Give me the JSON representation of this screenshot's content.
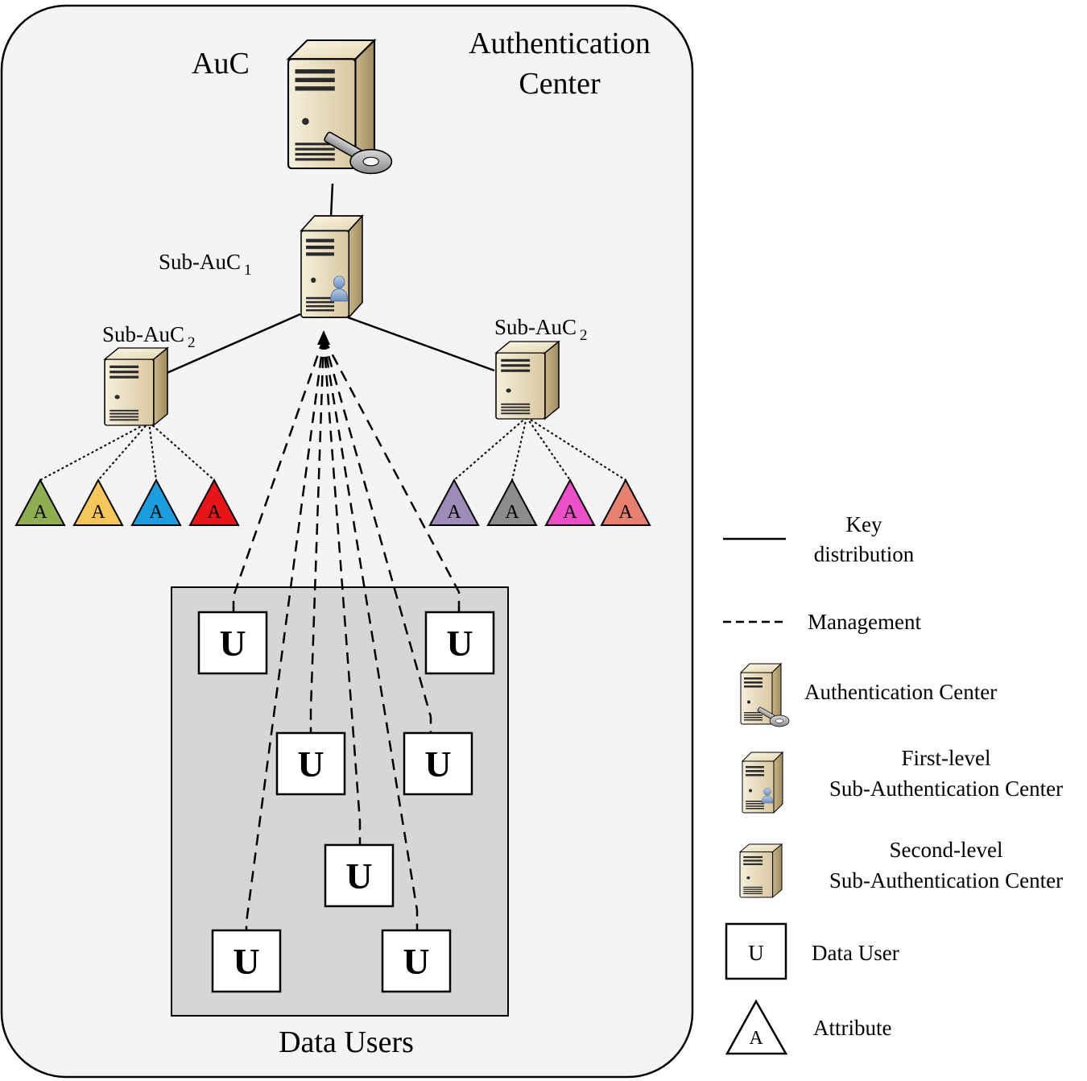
{
  "diagram": {
    "title": "Authentication Center",
    "auc_label": "AuC",
    "sub1_label": "Sub-AuC",
    "sub1_index": "1",
    "sub2_label": "Sub-AuC",
    "sub2_index": "2",
    "attribute_letter": "A",
    "user_letter": "U",
    "users_box_label": "Data Users",
    "colors": {
      "frame_fill": "#f4f4f4",
      "users_box_fill": "#d6d6d6",
      "server_body": "#e6d9b8",
      "server_side": "#b9a57a",
      "person": "#8aa8cf"
    },
    "attributes_left": [
      "#8fae52",
      "#f5c75a",
      "#1b9ee0",
      "#e8141a"
    ],
    "attributes_right": [
      "#9e8cb8",
      "#8c8c8c",
      "#ec4fc8",
      "#e88072"
    ]
  },
  "legend": {
    "key_distribution": "Key distribution",
    "management": "Management",
    "authentication_center": "Authentication Center",
    "first_level_line1": "First-level",
    "first_level_line2": "Sub-Authentication Center",
    "second_level_line1": "Second-level",
    "second_level_line2": "Sub-Authentication Center",
    "data_user": "Data User",
    "data_user_icon_letter": "U",
    "attribute": "Attribute",
    "attribute_icon_letter": "A"
  }
}
